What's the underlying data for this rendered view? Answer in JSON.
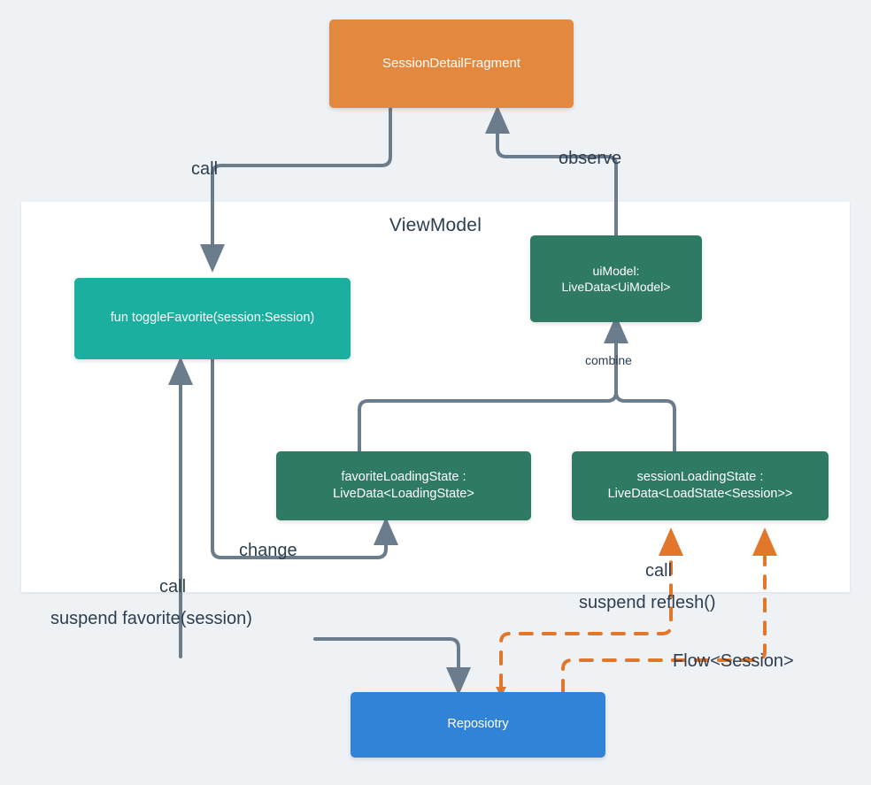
{
  "diagram": {
    "title": "Android MVVM SessionDetail architecture diagram",
    "background_color": "#eff2f5"
  },
  "panel": {
    "name": "ViewModel",
    "label": "ViewModel",
    "fill": "#ffffff"
  },
  "nodes": {
    "fragment": {
      "label": "SessionDetailFragment",
      "color": "#e3883f"
    },
    "toggle_favorite": {
      "label": "fun toggleFavorite(session:Session)",
      "color": "#1bafa0"
    },
    "ui_model": {
      "line1": "uiModel:",
      "line2": "LiveData<UiModel>",
      "color": "#2e7a64"
    },
    "favorite_loading_state": {
      "line1": "favoriteLoadingState :",
      "line2": "LiveData<LoadingState>",
      "color": "#2e7a64"
    },
    "session_loading_state": {
      "line1": "sessionLoadingState :",
      "line2": "LiveData<LoadState<Session>>",
      "color": "#2e7a64"
    },
    "repository": {
      "label": "Reposiotry",
      "color": "#3183d8"
    }
  },
  "edges": {
    "call_fragment_to_toggle": "call",
    "observe_uimodel_to_fragment": "observe",
    "combine_states_to_uimodel": "combine",
    "change_toggle_to_favorite_state": "change",
    "call_repo_to_toggle": "call",
    "suspend_favorite": "suspend favorite(session)",
    "call_repo_to_session_state": "call",
    "suspend_reflesh": "suspend reflesh()",
    "flow_session": "Flow<Session>"
  },
  "colors": {
    "edge_solid": "#6b7c8d",
    "edge_dashed": "#e2772b",
    "text_dark": "#2c3e50",
    "text_light": "#ffffff"
  }
}
